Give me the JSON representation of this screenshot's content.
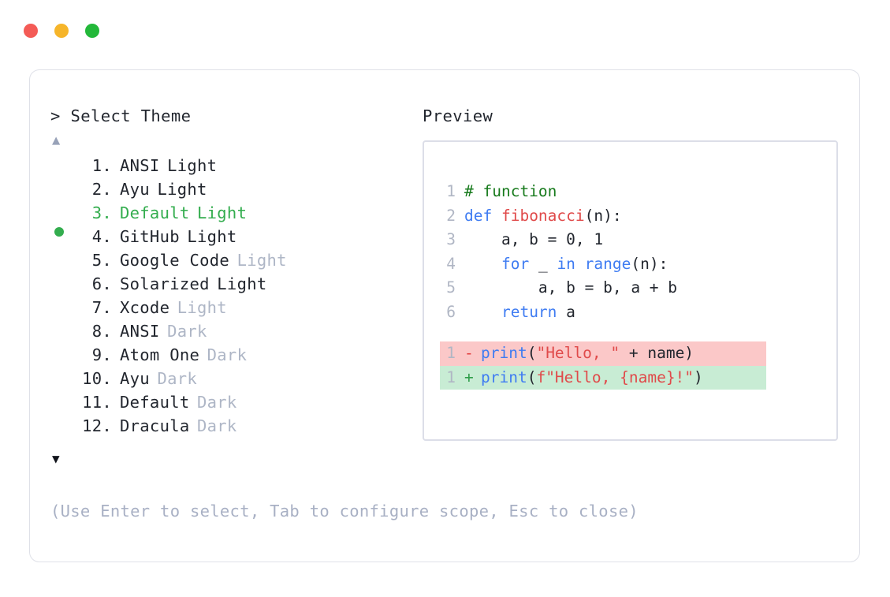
{
  "window": {
    "dots": [
      {
        "name": "close",
        "color": "#f45b56"
      },
      {
        "name": "minimize",
        "color": "#f6b52a"
      },
      {
        "name": "maximize",
        "color": "#23b83a"
      }
    ]
  },
  "picker": {
    "prompt": "> Select Theme",
    "scroll_up_icon": "▲",
    "scroll_down_icon": "▼",
    "selected_index": 3,
    "items": [
      {
        "number": "1.",
        "name": "ANSI",
        "variant": "Light",
        "variant_dim": false,
        "selected": false,
        "bullet": ""
      },
      {
        "number": "2.",
        "name": "Ayu",
        "variant": "Light",
        "variant_dim": false,
        "selected": false,
        "bullet": ""
      },
      {
        "number": "3.",
        "name": "Default",
        "variant": "Light",
        "variant_dim": false,
        "selected": true,
        "bullet": "●"
      },
      {
        "number": "4.",
        "name": "GitHub",
        "variant": "Light",
        "variant_dim": false,
        "selected": false,
        "bullet": ""
      },
      {
        "number": "5.",
        "name": "Google Code",
        "variant": "Light",
        "variant_dim": true,
        "selected": false,
        "bullet": ""
      },
      {
        "number": "6.",
        "name": "Solarized",
        "variant": "Light",
        "variant_dim": false,
        "selected": false,
        "bullet": ""
      },
      {
        "number": "7.",
        "name": "Xcode",
        "variant": "Light",
        "variant_dim": true,
        "selected": false,
        "bullet": ""
      },
      {
        "number": "8.",
        "name": "ANSI",
        "variant": "Dark",
        "variant_dim": true,
        "selected": false,
        "bullet": ""
      },
      {
        "number": "9.",
        "name": "Atom One",
        "variant": "Dark",
        "variant_dim": true,
        "selected": false,
        "bullet": ""
      },
      {
        "number": "10.",
        "name": "Ayu",
        "variant": "Dark",
        "variant_dim": true,
        "selected": false,
        "bullet": ""
      },
      {
        "number": "11.",
        "name": "Default",
        "variant": "Dark",
        "variant_dim": true,
        "selected": false,
        "bullet": ""
      },
      {
        "number": "12.",
        "name": "Dracula",
        "variant": "Dark",
        "variant_dim": true,
        "selected": false,
        "bullet": ""
      }
    ]
  },
  "preview": {
    "title": "Preview",
    "code_lines": [
      {
        "ln": "1",
        "tokens": [
          {
            "t": "# function",
            "c": "comment"
          }
        ]
      },
      {
        "ln": "2",
        "tokens": [
          {
            "t": "def ",
            "c": "keyword"
          },
          {
            "t": "fibonacci",
            "c": "func"
          },
          {
            "t": "(n):",
            "c": "plain"
          }
        ]
      },
      {
        "ln": "3",
        "tokens": [
          {
            "t": "    a, b = ",
            "c": "plain"
          },
          {
            "t": "0",
            "c": "num"
          },
          {
            "t": ", ",
            "c": "plain"
          },
          {
            "t": "1",
            "c": "num"
          }
        ]
      },
      {
        "ln": "4",
        "tokens": [
          {
            "t": "    ",
            "c": "plain"
          },
          {
            "t": "for",
            "c": "keyword"
          },
          {
            "t": " _ ",
            "c": "plain"
          },
          {
            "t": "in",
            "c": "keyword"
          },
          {
            "t": " ",
            "c": "plain"
          },
          {
            "t": "range",
            "c": "builtin"
          },
          {
            "t": "(n):",
            "c": "plain"
          }
        ]
      },
      {
        "ln": "5",
        "tokens": [
          {
            "t": "        a, b = b, a + b",
            "c": "plain"
          }
        ]
      },
      {
        "ln": "6",
        "tokens": [
          {
            "t": "    ",
            "c": "plain"
          },
          {
            "t": "return",
            "c": "keyword"
          },
          {
            "t": " a",
            "c": "plain"
          }
        ]
      }
    ],
    "diff_lines": [
      {
        "ln": "1",
        "sign": "-",
        "kind": "minus",
        "tokens": [
          {
            "t": "print",
            "c": "builtin"
          },
          {
            "t": "(",
            "c": "plain"
          },
          {
            "t": "\"Hello, \"",
            "c": "string"
          },
          {
            "t": " + name)",
            "c": "plain"
          }
        ]
      },
      {
        "ln": "1",
        "sign": "+",
        "kind": "plus",
        "tokens": [
          {
            "t": "print",
            "c": "builtin"
          },
          {
            "t": "(",
            "c": "plain"
          },
          {
            "t": "f\"Hello, {name}!\"",
            "c": "string"
          },
          {
            "t": ")",
            "c": "plain"
          }
        ]
      }
    ]
  },
  "footer": {
    "hint": "(Use Enter to select, Tab to configure scope, Esc to close)"
  },
  "colors": {
    "selected_green": "#33ad4e",
    "dim_text": "#aeb6c6",
    "hint_text": "#a8b0c4",
    "diff_remove_bg": "#fbc8c8",
    "diff_add_bg": "#c8ecd4",
    "border": "#dfe1e8"
  }
}
